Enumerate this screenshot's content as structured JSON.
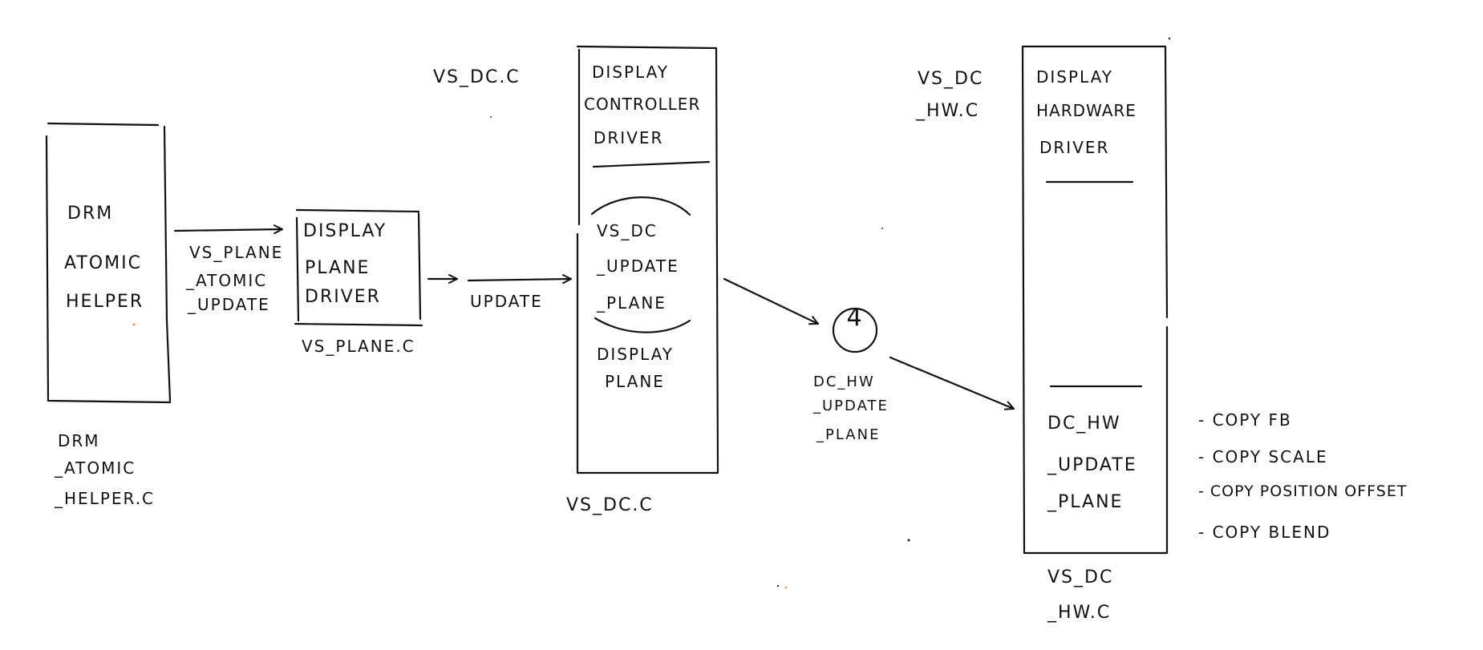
{
  "diagram": {
    "drm_helper": {
      "label_lines": [
        "DRM",
        "ATOMIC",
        "HELPER"
      ],
      "file_lines": [
        "DRM",
        "_ATOMIC",
        "_HELPER.C"
      ]
    },
    "edge_atomic_update": {
      "label_lines": [
        "VS_PLANE",
        "_ATOMIC",
        "_UPDATE"
      ]
    },
    "plane_driver": {
      "label_lines": [
        "DISPLAY",
        "PLANE",
        "DRIVER"
      ],
      "file": "VS_PLANE.C"
    },
    "edge_update": {
      "label": "UPDATE"
    },
    "dc_driver": {
      "file_top": "VS_DC.C",
      "title_lines": [
        "DISPLAY",
        "CONTROLLER",
        "DRIVER"
      ],
      "func_lines": [
        "VS_DC",
        "_UPDATE",
        "_PLANE"
      ],
      "sub_lines": [
        "DISPLAY",
        "PLANE"
      ],
      "file_bottom": "VS_DC.C"
    },
    "step": {
      "number": "4",
      "label_lines": [
        "DC_HW",
        "_UPDATE",
        "_PLANE"
      ]
    },
    "hw_driver": {
      "file_top_lines": [
        "VS_DC",
        "_HW.C"
      ],
      "title_lines": [
        "DISPLAY",
        "HARDWARE",
        "DRIVER"
      ],
      "func_lines": [
        "DC_HW",
        "_UPDATE",
        "_PLANE"
      ],
      "file_bottom_lines": [
        "VS_DC",
        "_HW.C"
      ]
    },
    "copy_list": [
      "- COPY FB",
      "- COPY SCALE",
      "- COPY POSITION OFFSET",
      "- COPY BLEND"
    ]
  }
}
